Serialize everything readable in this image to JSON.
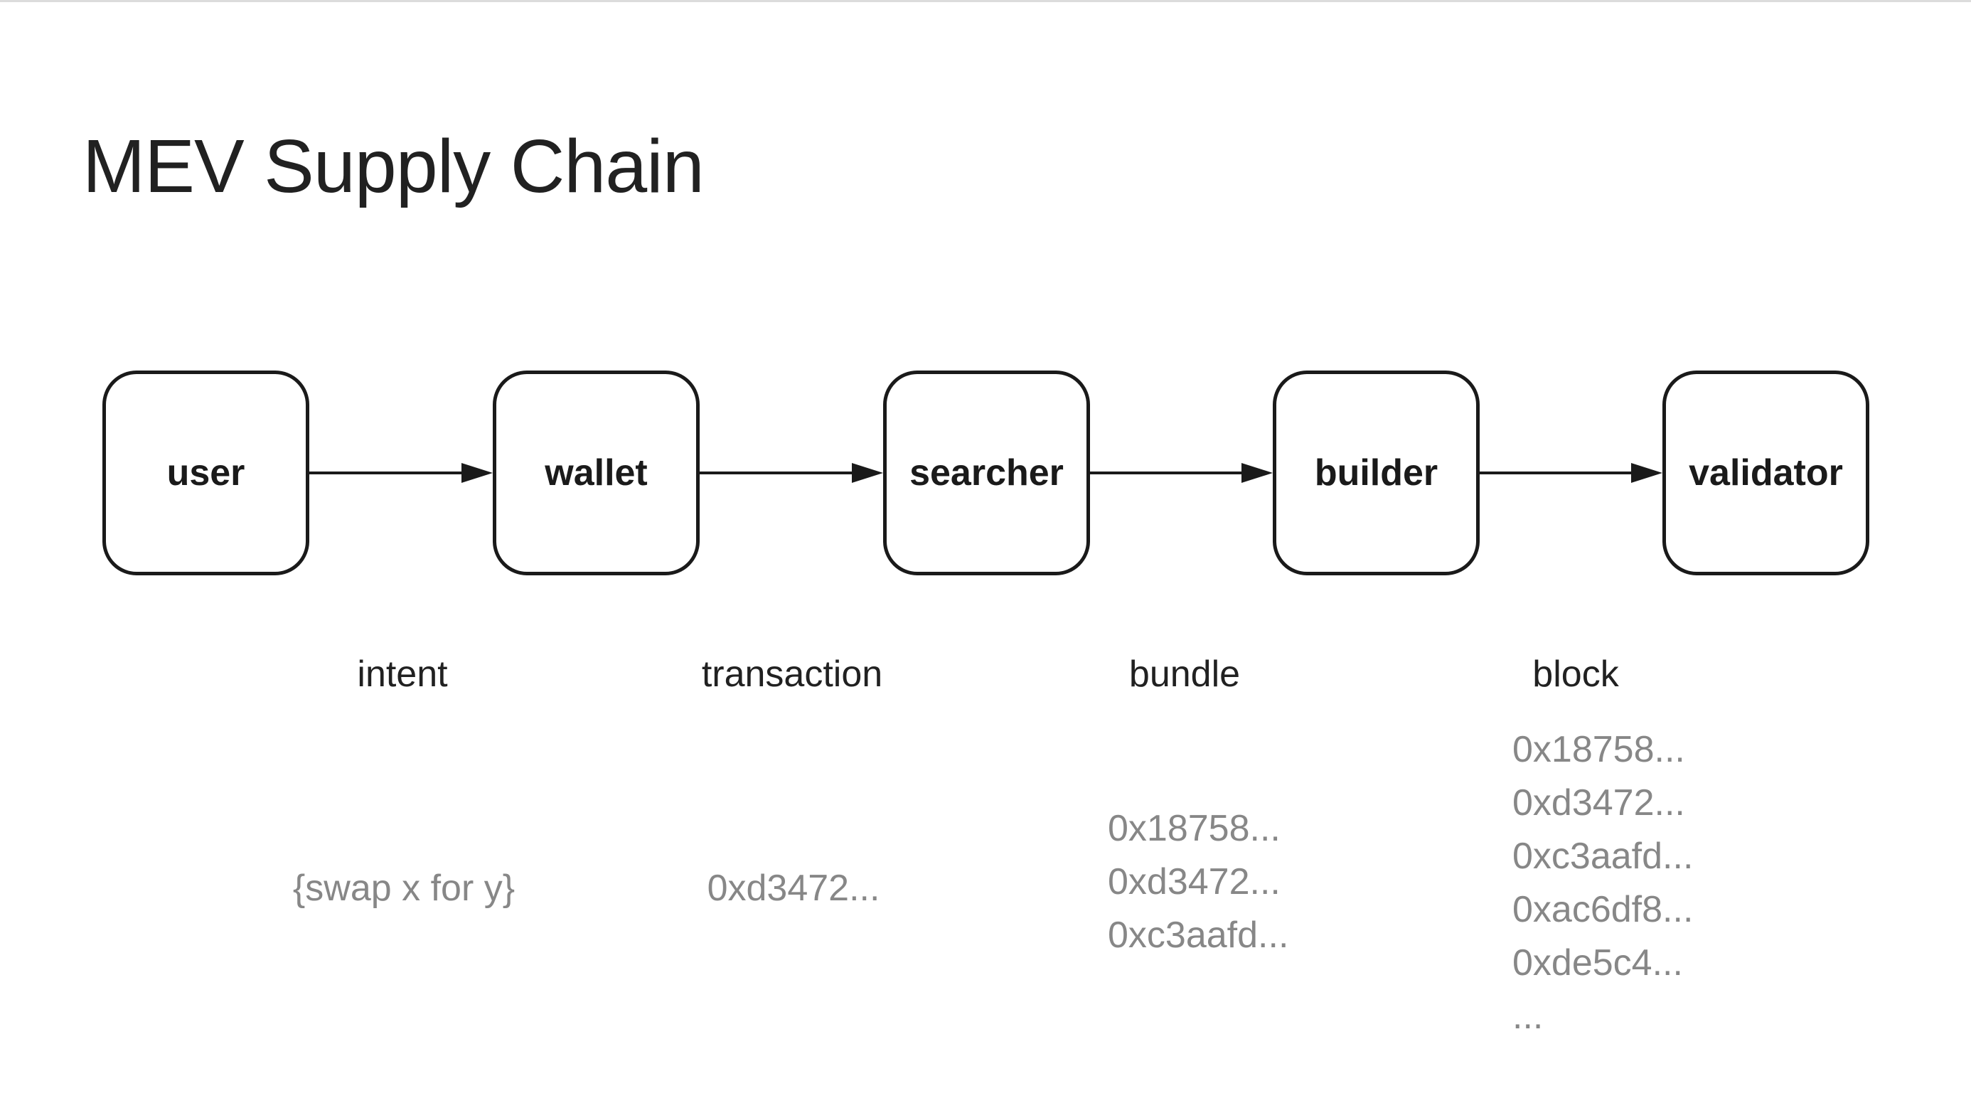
{
  "title": "MEV Supply Chain",
  "colors": {
    "bg": "#ffffff",
    "ink": "#1a1a1a",
    "text": "#212121",
    "muted": "#878787",
    "divider": "#dcdcdc"
  },
  "nodes": [
    {
      "label": "user"
    },
    {
      "label": "wallet"
    },
    {
      "label": "searcher"
    },
    {
      "label": "builder"
    },
    {
      "label": "validator"
    }
  ],
  "edges": [
    {
      "label": "intent",
      "lines": [
        "{swap x for y}"
      ]
    },
    {
      "label": "transaction",
      "lines": [
        "0xd3472..."
      ]
    },
    {
      "label": "bundle",
      "lines": [
        "0x18758...",
        "0xd3472...",
        "0xc3aafd..."
      ]
    },
    {
      "label": "block",
      "lines": [
        "0x18758...",
        "0xd3472...",
        "0xc3aafd...",
        "0xac6df8...",
        "0xde5c4...",
        "..."
      ]
    }
  ]
}
